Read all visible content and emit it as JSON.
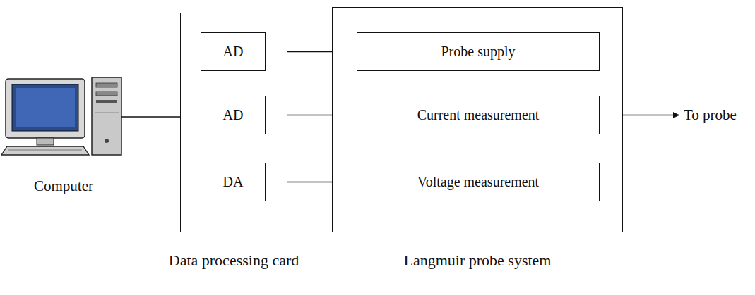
{
  "diagram": {
    "nodes": [
      {
        "text": [
          "Data processing card"
        ]
      },
      {
        "text": [
          "AD"
        ],
        "in": 0
      },
      {
        "text": [
          "AD"
        ],
        "in": 0
      },
      {
        "text": [
          "DA"
        ],
        "in": 0
      },
      {
        "text": [
          "Langmuir probe system"
        ]
      },
      {
        "text": [
          "Probe supply"
        ],
        "in": 4
      },
      {
        "text": [
          "Current measurement"
        ],
        "in": 4
      },
      {
        "text": [
          "Voltage measurement"
        ],
        "in": 4
      }
    ],
    "edges": [
      {
        "from": 1,
        "to": 5,
        "arrow": "to"
      },
      {
        "from": 2,
        "to": 6,
        "arrow": "to"
      },
      {
        "from": 3,
        "to": 7,
        "arrow": "to"
      },
      {
        "from": 5,
        "to": 7,
        "arrow": "none"
      }
    ],
    "labels": [
      "Computer",
      "To probe"
    ]
  }
}
